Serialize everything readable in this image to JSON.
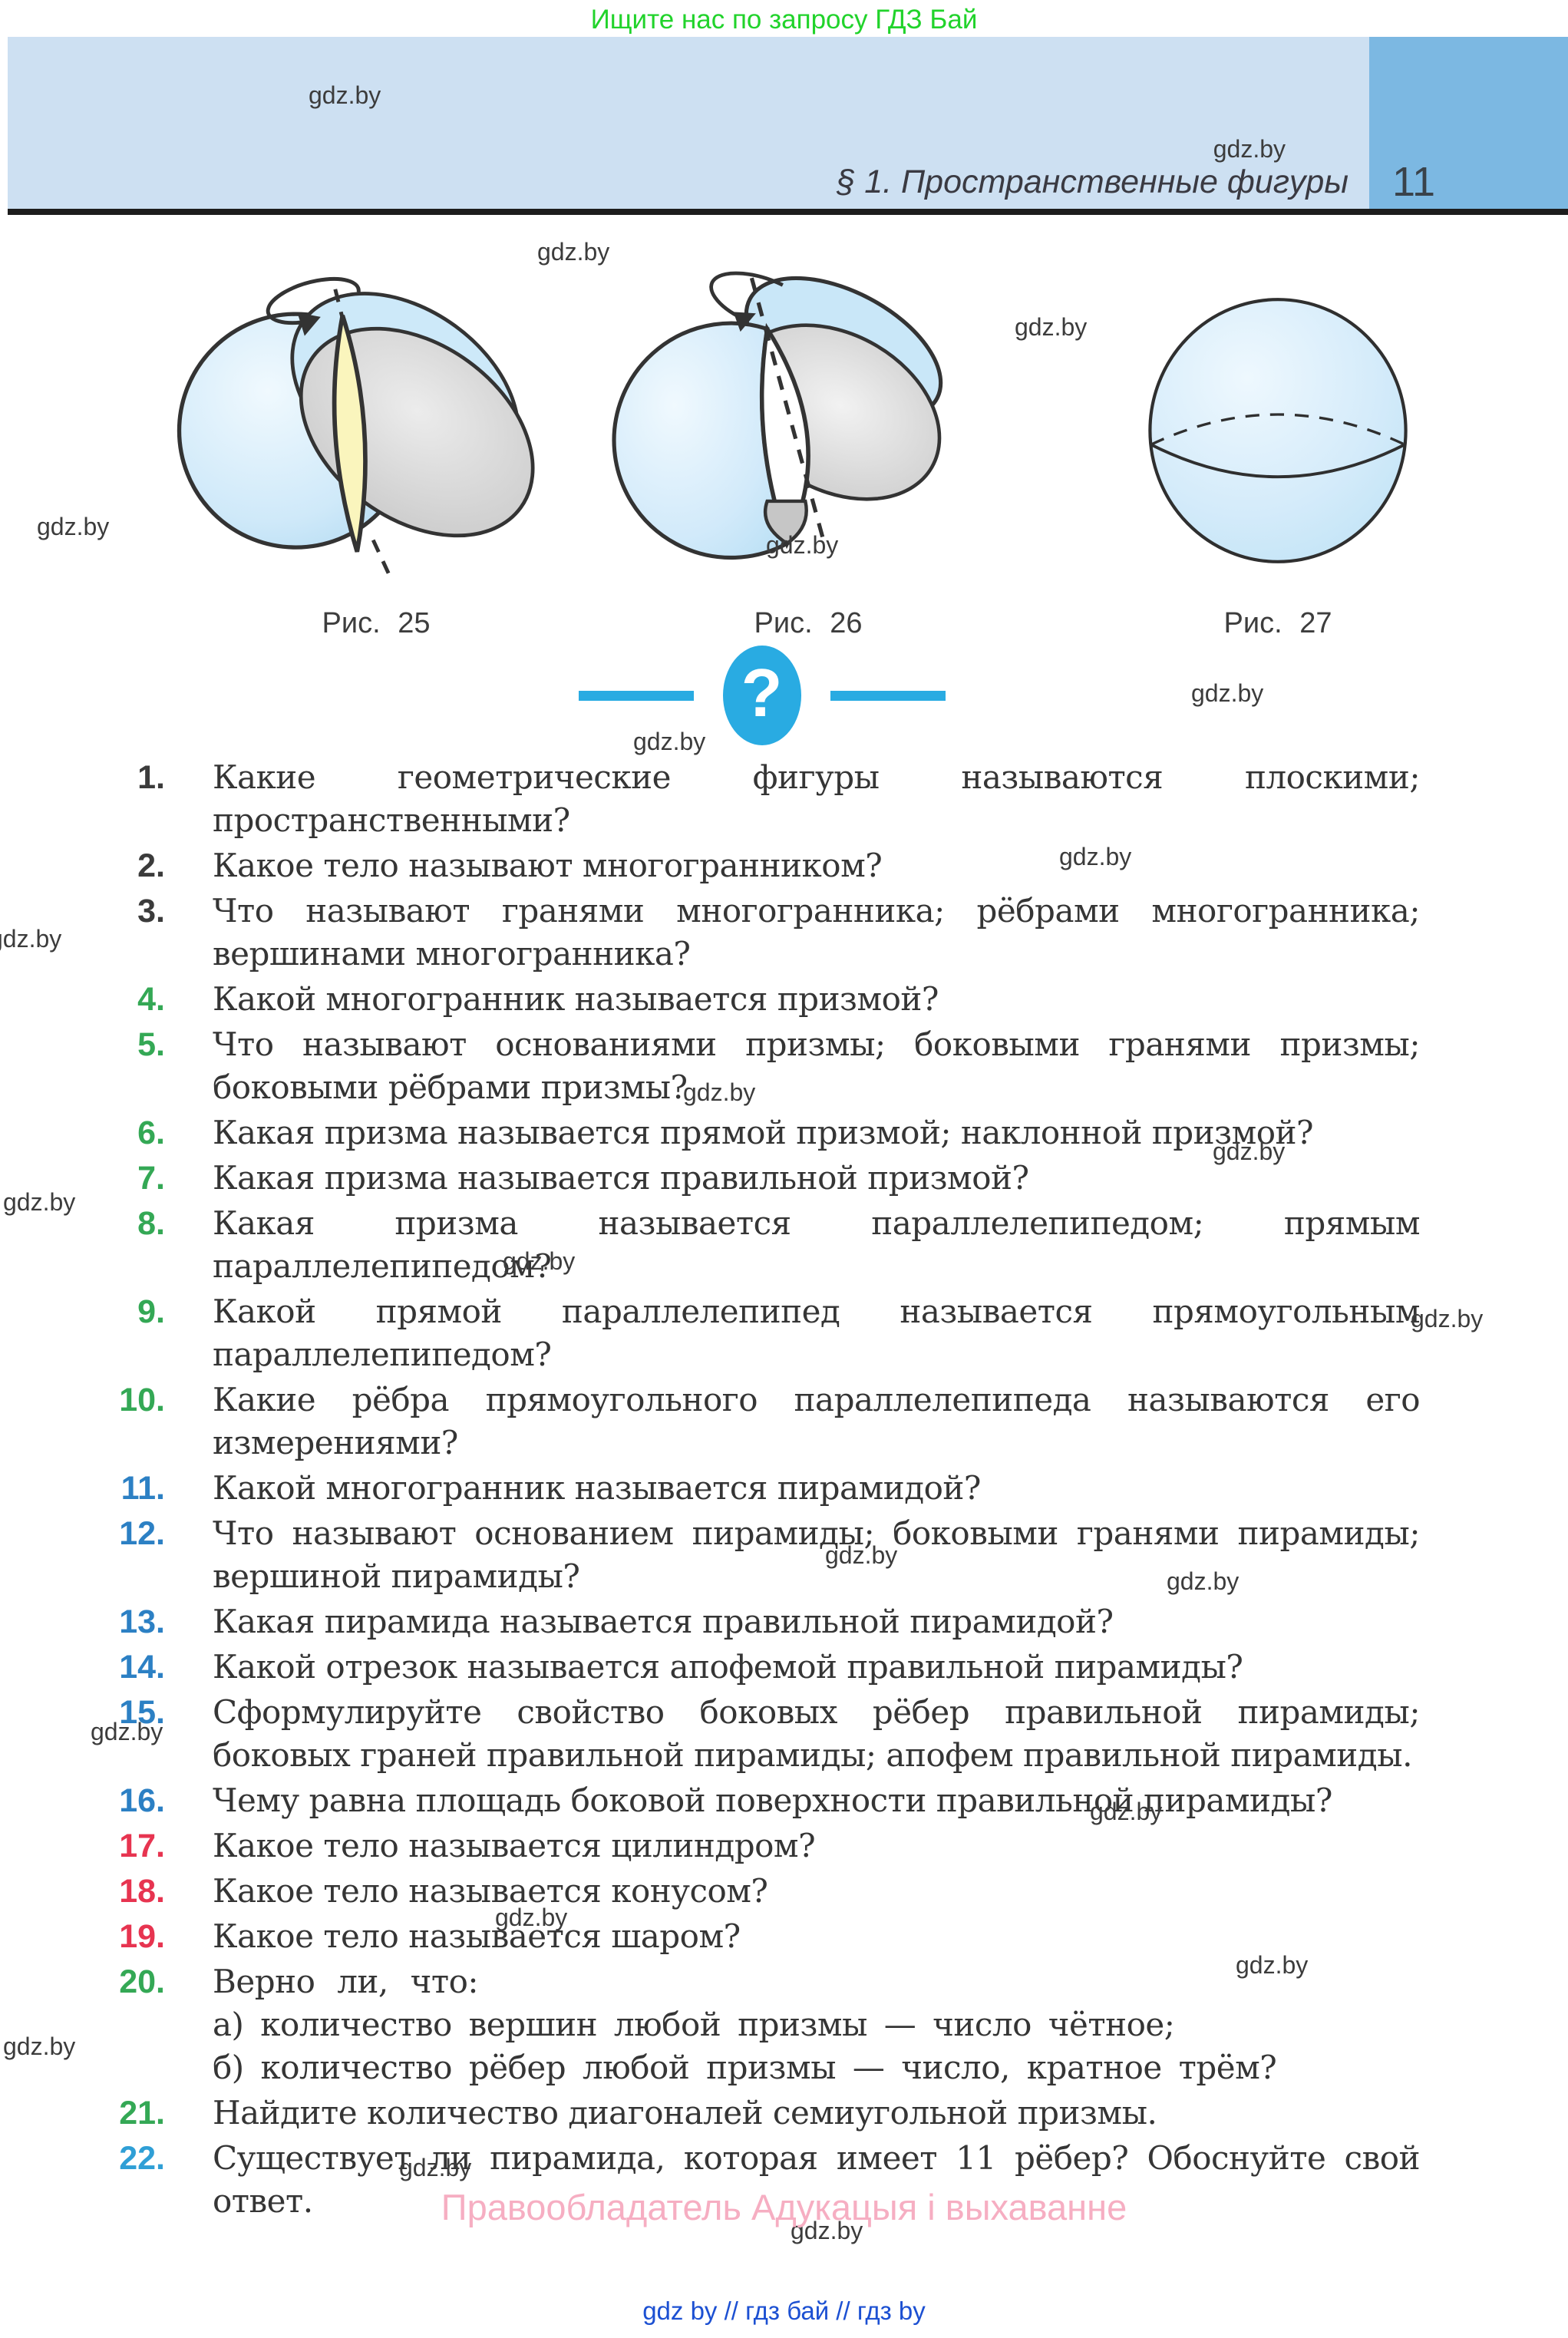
{
  "banner": {
    "text": "Ищите нас по запросу ГДЗ Бай"
  },
  "header": {
    "title": "§ 1. Пространственные фигуры",
    "page_number": "11"
  },
  "watermark": "gdz.by",
  "figures": [
    {
      "caption": "Рис. 25"
    },
    {
      "caption": "Рис. 26"
    },
    {
      "caption": "Рис. 27"
    }
  ],
  "divider": {
    "symbol": "?",
    "color": "#29abe2"
  },
  "number_colors": {
    "dark": "#3b3b3b",
    "green": "#34a855",
    "blue": "#2c80c4",
    "red": "#e73450",
    "light_blue": "#2f9fd6"
  },
  "questions": [
    {
      "num": "1.",
      "color": "#3b3b3b",
      "text": "Какие геометрические фигуры называются плоскими; пространственными?"
    },
    {
      "num": "2.",
      "color": "#3b3b3b",
      "text": "Какое тело называют многогранником?"
    },
    {
      "num": "3.",
      "color": "#3b3b3b",
      "text": "Что называют гранями многогранника; рёбрами многогранника; вершинами многогранника?"
    },
    {
      "num": "4.",
      "color": "#34a855",
      "text": "Какой многогранник называется призмой?"
    },
    {
      "num": "5.",
      "color": "#34a855",
      "text": "Что называют основаниями призмы; боковыми гранями призмы; боковыми рёбрами призмы?"
    },
    {
      "num": "6.",
      "color": "#34a855",
      "text": "Какая призма называется прямой призмой; наклонной призмой?"
    },
    {
      "num": "7.",
      "color": "#34a855",
      "text": "Какая призма называется правильной призмой?"
    },
    {
      "num": "8.",
      "color": "#34a855",
      "text": "Какая призма называется параллелепипедом; прямым параллелепипедом?"
    },
    {
      "num": "9.",
      "color": "#34a855",
      "text": "Какой прямой параллелепипед называется прямоугольным параллелепипедом?"
    },
    {
      "num": "10.",
      "color": "#34a855",
      "text": "Какие рёбра прямоугольного параллелепипеда называются его измерениями?"
    },
    {
      "num": "11.",
      "color": "#2c80c4",
      "text": "Какой многогранник называется пирамидой?"
    },
    {
      "num": "12.",
      "color": "#2c80c4",
      "text": "Что называют основанием пирамиды; боковыми гранями пирамиды; вершиной пирамиды?"
    },
    {
      "num": "13.",
      "color": "#2c80c4",
      "text": "Какая пирамида называется правильной пирамидой?"
    },
    {
      "num": "14.",
      "color": "#2c80c4",
      "text": "Какой отрезок называется апофемой правильной пирамиды?"
    },
    {
      "num": "15.",
      "color": "#2c80c4",
      "text": "Сформулируйте свойство боковых рёбер правильной пирамиды; боковых граней правильной пирамиды; апофем правильной пирамиды."
    },
    {
      "num": "16.",
      "color": "#2c80c4",
      "text": "Чему равна площадь боковой поверхности правильной пирамиды?"
    },
    {
      "num": "17.",
      "color": "#e73450",
      "text": "Какое тело называется цилиндром?"
    },
    {
      "num": "18.",
      "color": "#e73450",
      "text": "Какое тело называется конусом?"
    },
    {
      "num": "19.",
      "color": "#e73450",
      "text": "Какое тело называется шаром?"
    },
    {
      "num": "20.",
      "color": "#34a855",
      "text": "Верно ли, что:",
      "subitems": [
        "а) количество вершин любой призмы — число чётное;",
        "б) количество рёбер любой призмы — число, кратное трём?"
      ]
    },
    {
      "num": "21.",
      "color": "#34a855",
      "text": "Найдите количество диагоналей семиугольной призмы."
    },
    {
      "num": "22.",
      "color": "#2f9fd6",
      "text": "Существует ли пирамида, которая имеет 11 рёбер? Обоснуйте свой ответ."
    }
  ],
  "footer": {
    "copyright": "Правообладатель Адукацыя і выхаванне",
    "links": "gdz by  //  гдз бай  //  гдз by"
  }
}
